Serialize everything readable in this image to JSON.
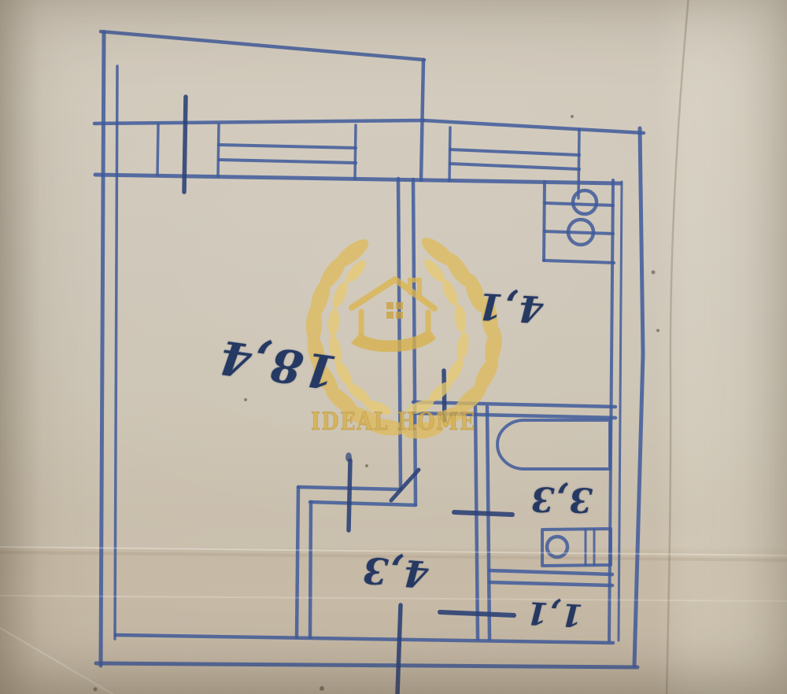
{
  "watermark": {
    "brand": "IDEAL HOME"
  },
  "rooms": {
    "living_room": {
      "area": "18,4"
    },
    "kitchen": {
      "area": "4,1"
    },
    "bathroom": {
      "area": "3,3"
    },
    "hallway": {
      "area": "4,3"
    },
    "storage": {
      "area": "1,1"
    }
  },
  "colors": {
    "paper": "#cdc5b6",
    "ink": "#3f5a9b",
    "ink_handwriting": "#263963",
    "watermark_gold": "#d8b043"
  }
}
